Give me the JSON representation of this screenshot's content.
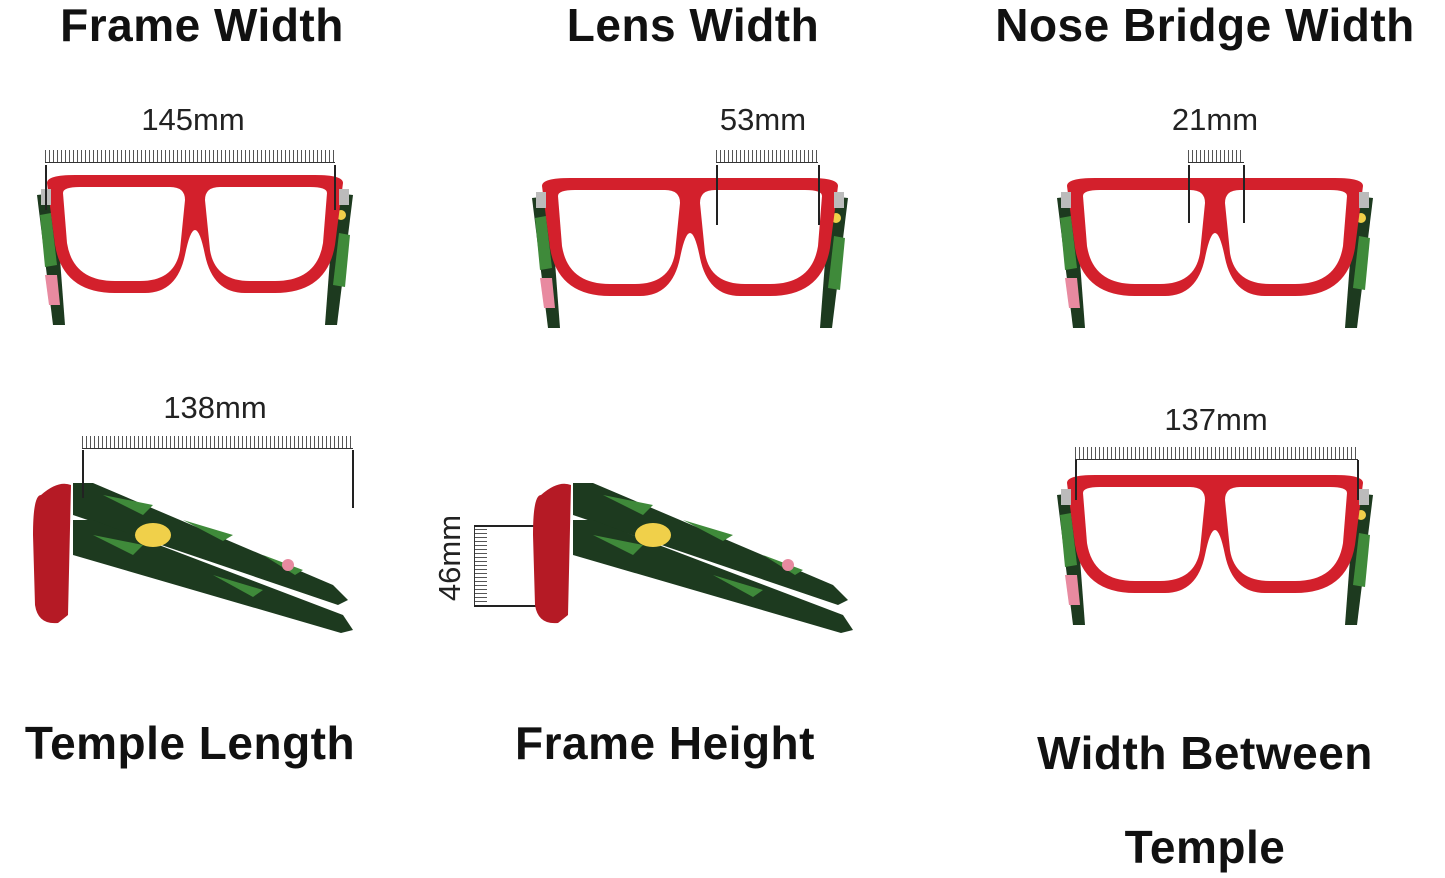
{
  "panels": {
    "frame_width": {
      "title": "Frame Width",
      "value": "145mm"
    },
    "lens_width": {
      "title": "Lens Width",
      "value": "53mm"
    },
    "nose_bridge_width": {
      "title": "Nose Bridge Width",
      "value": "21mm"
    },
    "temple_length": {
      "title": "Temple Length",
      "value": "138mm"
    },
    "frame_height": {
      "title": "Frame Height",
      "value": "46mm"
    },
    "width_between_temple": {
      "title_line1": "Width Between",
      "title_line2": "Temple",
      "value": "137mm"
    }
  },
  "colors": {
    "frame": "#d3202c",
    "temple_dark": "#1d3a1f",
    "temple_leaf": "#3f8a3a",
    "flower": "#f0d04a",
    "pink": "#e88aa0"
  }
}
